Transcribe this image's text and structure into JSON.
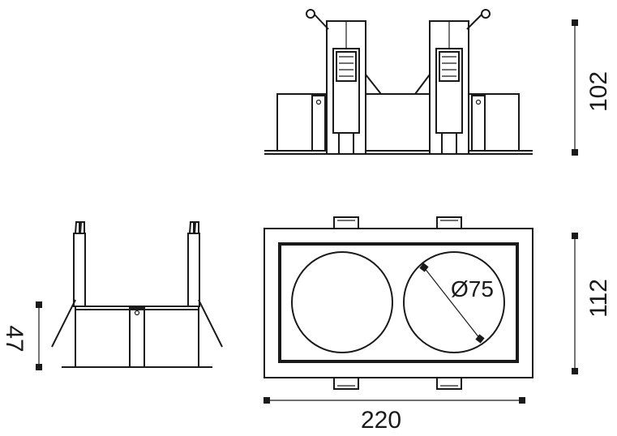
{
  "dimensions": {
    "height_front": "102",
    "width_top": "220",
    "height_top": "112",
    "depth_side": "47",
    "diameter": "Ø75"
  }
}
